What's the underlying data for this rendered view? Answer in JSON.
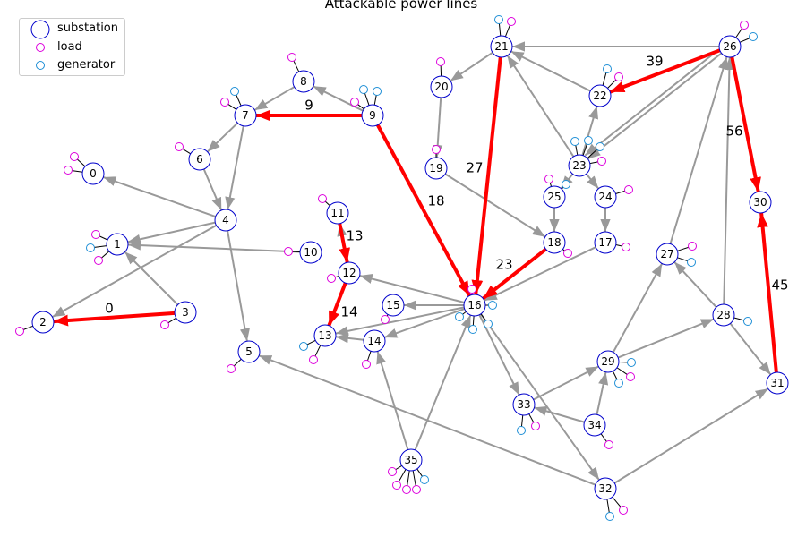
{
  "title": "Attackable power lines",
  "legend": {
    "substation": "substation",
    "load": "load",
    "generator": "generator"
  },
  "colors": {
    "node_stroke": "#0000cc",
    "load": "#dd00dd",
    "generator": "#1f8fd6",
    "edge": "#999999",
    "attack": "#ff0000"
  },
  "nodes": [
    {
      "id": 0,
      "label": "0",
      "loads": 2,
      "gens": 0
    },
    {
      "id": 1,
      "label": "1",
      "loads": 2,
      "gens": 1
    },
    {
      "id": 2,
      "label": "2",
      "loads": 1,
      "gens": 0
    },
    {
      "id": 3,
      "label": "3",
      "loads": 1,
      "gens": 0
    },
    {
      "id": 4,
      "label": "4",
      "loads": 0,
      "gens": 0
    },
    {
      "id": 5,
      "label": "5",
      "loads": 1,
      "gens": 0
    },
    {
      "id": 6,
      "label": "6",
      "loads": 1,
      "gens": 0
    },
    {
      "id": 7,
      "label": "7",
      "loads": 1,
      "gens": 1
    },
    {
      "id": 8,
      "label": "8",
      "loads": 1,
      "gens": 0
    },
    {
      "id": 9,
      "label": "9",
      "loads": 1,
      "gens": 2
    },
    {
      "id": 10,
      "label": "10",
      "loads": 1,
      "gens": 0
    },
    {
      "id": 11,
      "label": "11",
      "loads": 1,
      "gens": 0
    },
    {
      "id": 12,
      "label": "12",
      "loads": 1,
      "gens": 0
    },
    {
      "id": 13,
      "label": "13",
      "loads": 1,
      "gens": 1
    },
    {
      "id": 14,
      "label": "14",
      "loads": 1,
      "gens": 0
    },
    {
      "id": 15,
      "label": "15",
      "loads": 1,
      "gens": 0
    },
    {
      "id": 16,
      "label": "16",
      "loads": 1,
      "gens": 4
    },
    {
      "id": 17,
      "label": "17",
      "loads": 1,
      "gens": 0
    },
    {
      "id": 18,
      "label": "18",
      "loads": 1,
      "gens": 0
    },
    {
      "id": 19,
      "label": "19",
      "loads": 1,
      "gens": 0
    },
    {
      "id": 20,
      "label": "20",
      "loads": 1,
      "gens": 0
    },
    {
      "id": 21,
      "label": "21",
      "loads": 1,
      "gens": 1
    },
    {
      "id": 22,
      "label": "22",
      "loads": 1,
      "gens": 1
    },
    {
      "id": 23,
      "label": "23",
      "loads": 1,
      "gens": 3
    },
    {
      "id": 24,
      "label": "24",
      "loads": 1,
      "gens": 0
    },
    {
      "id": 25,
      "label": "25",
      "loads": 1,
      "gens": 1
    },
    {
      "id": 26,
      "label": "26",
      "loads": 1,
      "gens": 1
    },
    {
      "id": 27,
      "label": "27",
      "loads": 1,
      "gens": 1
    },
    {
      "id": 28,
      "label": "28",
      "loads": 0,
      "gens": 1
    },
    {
      "id": 29,
      "label": "29",
      "loads": 1,
      "gens": 2
    },
    {
      "id": 30,
      "label": "30",
      "loads": 0,
      "gens": 0
    },
    {
      "id": 31,
      "label": "31",
      "loads": 0,
      "gens": 0
    },
    {
      "id": 32,
      "label": "32",
      "loads": 1,
      "gens": 1
    },
    {
      "id": 33,
      "label": "33",
      "loads": 1,
      "gens": 1
    },
    {
      "id": 34,
      "label": "34",
      "loads": 1,
      "gens": 0
    },
    {
      "id": 35,
      "label": "35",
      "loads": 4,
      "gens": 1
    }
  ],
  "edges": [
    {
      "from": 4,
      "to": 0
    },
    {
      "from": 4,
      "to": 1
    },
    {
      "from": 4,
      "to": 2
    },
    {
      "from": 3,
      "to": 1
    },
    {
      "from": 10,
      "to": 1
    },
    {
      "from": 6,
      "to": 4
    },
    {
      "from": 7,
      "to": 4
    },
    {
      "from": 7,
      "to": 6
    },
    {
      "from": 8,
      "to": 7
    },
    {
      "from": 9,
      "to": 8
    },
    {
      "from": 4,
      "to": 5
    },
    {
      "from": 32,
      "to": 5
    },
    {
      "from": 12,
      "to": 11
    },
    {
      "from": 16,
      "to": 12
    },
    {
      "from": 16,
      "to": 15
    },
    {
      "from": 16,
      "to": 14
    },
    {
      "from": 16,
      "to": 13
    },
    {
      "from": 14,
      "to": 13
    },
    {
      "from": 35,
      "to": 14
    },
    {
      "from": 35,
      "to": 16
    },
    {
      "from": 17,
      "to": 16
    },
    {
      "from": 19,
      "to": 18
    },
    {
      "from": 20,
      "to": 19
    },
    {
      "from": 21,
      "to": 20
    },
    {
      "from": 26,
      "to": 21
    },
    {
      "from": 22,
      "to": 21
    },
    {
      "from": 23,
      "to": 21
    },
    {
      "from": 23,
      "to": 22
    },
    {
      "from": 26,
      "to": 23
    },
    {
      "from": 26,
      "to": 23
    },
    {
      "from": 23,
      "to": 25
    },
    {
      "from": 23,
      "to": 24
    },
    {
      "from": 25,
      "to": 18
    },
    {
      "from": 24,
      "to": 17
    },
    {
      "from": 16,
      "to": 33
    },
    {
      "from": 16,
      "to": 32
    },
    {
      "from": 34,
      "to": 33
    },
    {
      "from": 33,
      "to": 29
    },
    {
      "from": 34,
      "to": 29
    },
    {
      "from": 29,
      "to": 27
    },
    {
      "from": 29,
      "to": 28
    },
    {
      "from": 28,
      "to": 27
    },
    {
      "from": 27,
      "to": 26
    },
    {
      "from": 28,
      "to": 26
    },
    {
      "from": 28,
      "to": 31
    },
    {
      "from": 32,
      "to": 31
    }
  ],
  "attack_edges": [
    {
      "from": 3,
      "to": 2,
      "label": "0"
    },
    {
      "from": 9,
      "to": 7,
      "label": "9"
    },
    {
      "from": 11,
      "to": 12,
      "label": "13"
    },
    {
      "from": 12,
      "to": 13,
      "label": "14"
    },
    {
      "from": 9,
      "to": 16,
      "label": "18"
    },
    {
      "from": 21,
      "to": 16,
      "label": "27"
    },
    {
      "from": 18,
      "to": 16,
      "label": "23"
    },
    {
      "from": 26,
      "to": 22,
      "label": "39"
    },
    {
      "from": 26,
      "to": 30,
      "label": "56"
    },
    {
      "from": 31,
      "to": 30,
      "label": "45"
    }
  ]
}
